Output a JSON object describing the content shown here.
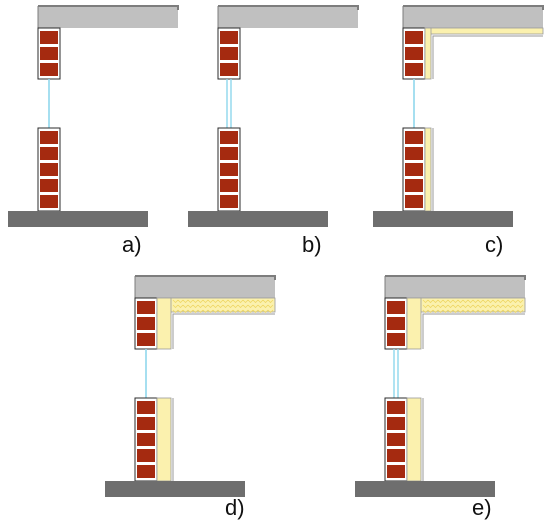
{
  "colors": {
    "slab": "#c0c0c0",
    "slab_edge": "#7d7d7d",
    "floor": "#6e6e6e",
    "brick": "#a52a10",
    "mortar": "#ffffff",
    "brick_outline": "#2b2b2b",
    "window": "#8fd7ec",
    "insulation": "#fbf1ae",
    "insulation_pattern": "#efd765",
    "insulation_outline": "#9a9a9a"
  },
  "panels": [
    {
      "id": "a",
      "label": "a)",
      "window": "single",
      "wall_insulation": "none",
      "slab_insulation": "none"
    },
    {
      "id": "b",
      "label": "b)",
      "window": "double",
      "wall_insulation": "none",
      "slab_insulation": "none"
    },
    {
      "id": "c",
      "label": "c)",
      "window": "single",
      "wall_insulation": "thin",
      "slab_insulation": "thin"
    },
    {
      "id": "d",
      "label": "d)",
      "window": "single",
      "wall_insulation": "thick",
      "slab_insulation": "thick"
    },
    {
      "id": "e",
      "label": "e)",
      "window": "double",
      "wall_insulation": "thick",
      "slab_insulation": "thick"
    }
  ]
}
